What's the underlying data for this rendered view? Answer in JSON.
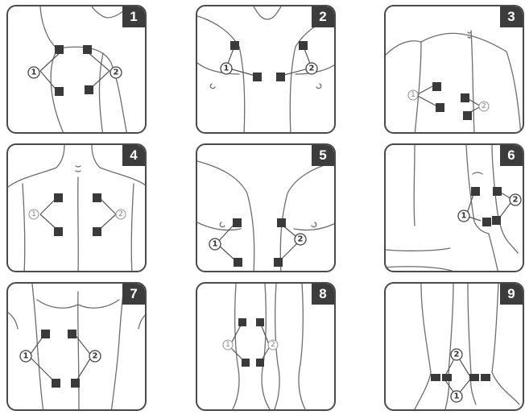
{
  "panels": [
    {
      "number": "1",
      "channel_a": "1",
      "channel_b": "2"
    },
    {
      "number": "2",
      "channel_a": "1",
      "channel_b": "2"
    },
    {
      "number": "3",
      "channel_a": "1",
      "channel_b": "2"
    },
    {
      "number": "4",
      "channel_a": "1",
      "channel_b": "2"
    },
    {
      "number": "5",
      "channel_a": "1",
      "channel_b": "2"
    },
    {
      "number": "6",
      "channel_a": "1",
      "channel_b": "2"
    },
    {
      "number": "7",
      "channel_a": "1",
      "channel_b": "2"
    },
    {
      "number": "8",
      "channel_a": "1",
      "channel_b": "2"
    },
    {
      "number": "9",
      "channel_a": "1",
      "channel_b": "2"
    }
  ]
}
